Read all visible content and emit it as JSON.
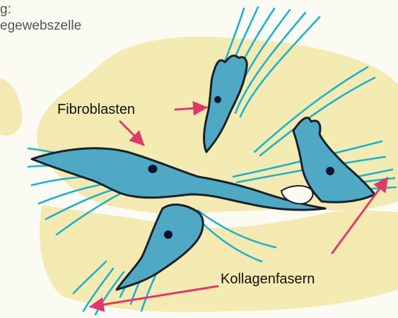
{
  "caption": {
    "line1": "g:",
    "line2": "egewebszelle"
  },
  "labels": {
    "fibroblasten": "Fibroblasten",
    "kollagenfasern": "Kollagenfasern"
  },
  "colors": {
    "background": "#fbfaf3",
    "ground_substance": "#f2e7a6",
    "fibers": "#1db2cf",
    "cell_fill": "#4fa9c4",
    "outline": "#1a1f2a",
    "nucleus": "#0c1230",
    "arrow": "#e0386a"
  },
  "icons": [
    "arrow-icon"
  ]
}
